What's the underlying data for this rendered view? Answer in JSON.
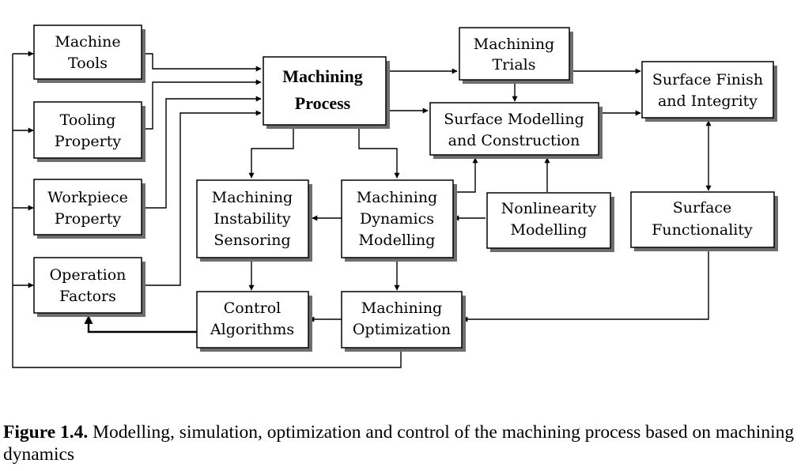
{
  "boxes": {
    "machine_tools": [
      "Machine",
      "Tools"
    ],
    "tooling_property": [
      "Tooling",
      "Property"
    ],
    "workpiece_property": [
      "Workpiece",
      "Property"
    ],
    "operation_factors": [
      "Operation",
      "Factors"
    ],
    "machining_process": [
      "Machining",
      "Process"
    ],
    "machining_trials": [
      "Machining",
      "Trials"
    ],
    "surface_modelling": [
      "Surface Modelling",
      "and Construction"
    ],
    "surface_finish": [
      "Surface Finish",
      "and Integrity"
    ],
    "instability_sensoring": [
      "Machining",
      "Instability",
      "Sensoring"
    ],
    "dynamics_modelling": [
      "Machining",
      "Dynamics",
      "Modelling"
    ],
    "nonlinearity_modelling": [
      "Nonlinearity",
      "Modelling"
    ],
    "surface_functionality": [
      "Surface",
      "Functionality"
    ],
    "control_algorithms": [
      "Control",
      "Algorithms"
    ],
    "machining_optimization": [
      "Machining",
      "Optimization"
    ]
  },
  "caption": {
    "label": "Figure 1.4.",
    "text": " Modelling, simulation, optimization and control of the machining process based on machining dynamics"
  }
}
